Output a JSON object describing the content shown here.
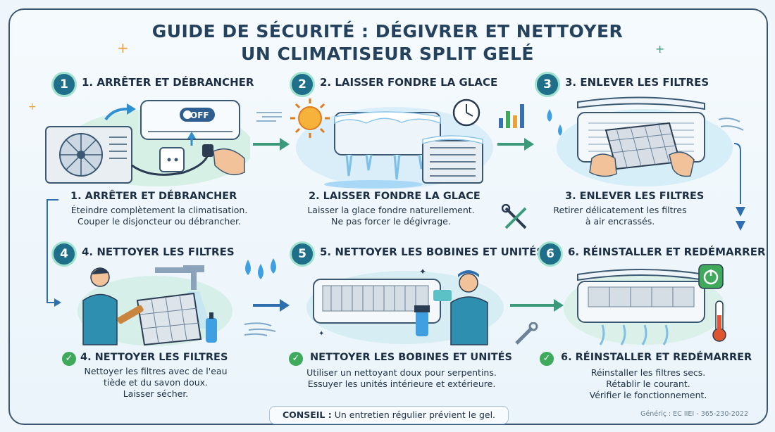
{
  "title": {
    "line1": "GUIDE DE SÉCURITÉ : DÉGIVRER ET NETTOYER",
    "line2": "UN CLIMATISEUR SPLIT GELÉ"
  },
  "steps": [
    {
      "number": "1",
      "heading": "1. ARRÊTER ET DÉBRANCHER",
      "subheading": "1. ARRÊTER ET DÉBRANCHER",
      "lines": [
        "Éteindre complètement la climatisation.",
        "Couper le disjoncteur ou débrancher."
      ],
      "badge_text": "OFF"
    },
    {
      "number": "2",
      "heading": "2. LAISSER FONDRE LA GLACE",
      "subheading": "2. LAISSER FONDRE LA GLACE",
      "lines": [
        "Laisser la glace fondre naturellement.",
        "Ne pas forcer le dégivrage."
      ]
    },
    {
      "number": "3",
      "heading": "3. ENLEVER LES FILTRES",
      "subheading": "3. ENLEVER LES FILTRES",
      "lines": [
        "Retirer délicatement les filtres",
        "à air encrassés."
      ]
    },
    {
      "number": "4",
      "heading": "4. NETTOYER LES FILTRES",
      "subheading": "4. NETTOYER LES FILTRES",
      "lines": [
        "Nettoyer les filtres avec de l'eau",
        "tiède et du savon doux.",
        "Laisser sécher."
      ]
    },
    {
      "number": "5",
      "heading": "5. NETTOYER LES BOBINES ET UNITÉS",
      "subheading": "NETTOYER LES BOBINES ET UNITÉS",
      "lines": [
        "Utiliser un nettoyant doux pour serpentins.",
        "Essuyer les unités intérieure et extérieure."
      ]
    },
    {
      "number": "6",
      "heading": "6. RÉINSTALLER ET REDÉMARRER",
      "subheading": "6. RÉINSTALLER ET REDÉMARRER",
      "lines": [
        "Réinstaller les filtres secs.",
        "Rétablir le courant.",
        "Vérifier le fonctionnement."
      ]
    }
  ],
  "tip": {
    "label": "CONSEIL :",
    "text": " Un entretien régulier prévient le gel."
  },
  "credit": "Génériç : EC IIEI - 365-230-2022",
  "colors": {
    "frame": "#3b5873",
    "title": "#24415e",
    "number_badge": "#1f6f8b",
    "badge_ring": "#9fe3cf",
    "check": "#3faa5c",
    "arrow": "#3a9a7a",
    "flow_arrow": "#2f6fb0"
  }
}
